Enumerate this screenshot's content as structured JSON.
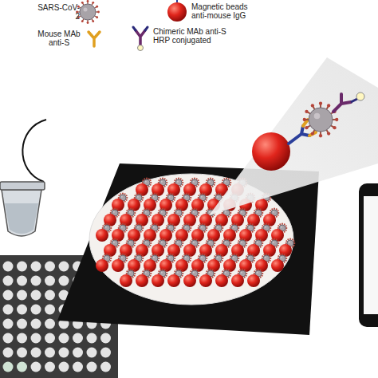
{
  "diagram": {
    "legend": [
      {
        "text": "SARS-CoV-2"
      },
      {
        "text": "Magnetic beads anti-mouse IgG"
      },
      {
        "text": "Mouse MAb anti-S"
      },
      {
        "text": "Chimeric MAb anti-S HRP conjugated"
      }
    ]
  }
}
